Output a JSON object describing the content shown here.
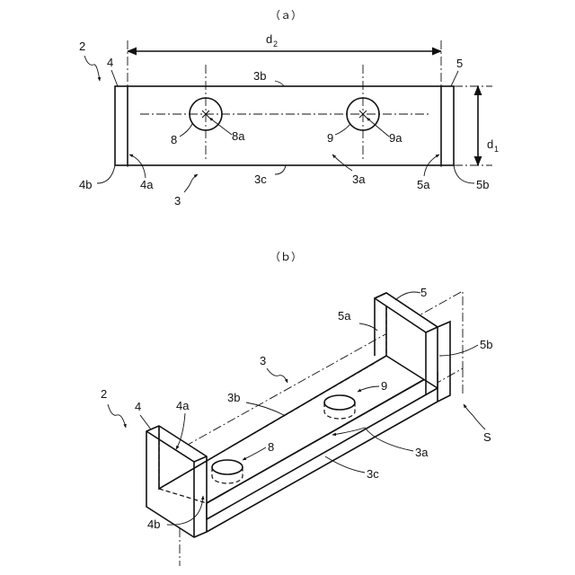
{
  "figure_a": {
    "caption": "（ａ）",
    "dims": {
      "d2_main": "d",
      "d2_sub": "2",
      "d1_main": "d",
      "d1_sub": "1"
    },
    "labels": {
      "l2": "2",
      "l4": "4",
      "l5": "5",
      "l3b": "3b",
      "l8": "8",
      "l8a": "8a",
      "l9": "9",
      "l9a": "9a",
      "l4b": "4b",
      "l4a": "4a",
      "l3": "3",
      "l3c": "3c",
      "l3a": "3a",
      "l5a": "5a",
      "l5b": "5b"
    }
  },
  "figure_b": {
    "caption": "（ｂ）",
    "labels": {
      "l5": "5",
      "l5a": "5a",
      "l5b": "5b",
      "l3": "3",
      "l9": "9",
      "l2": "2",
      "l4": "4",
      "l4a": "4a",
      "l3b": "3b",
      "l8": "8",
      "l3a": "3a",
      "lS": "S",
      "l3c": "3c",
      "l4b": "4b"
    }
  }
}
